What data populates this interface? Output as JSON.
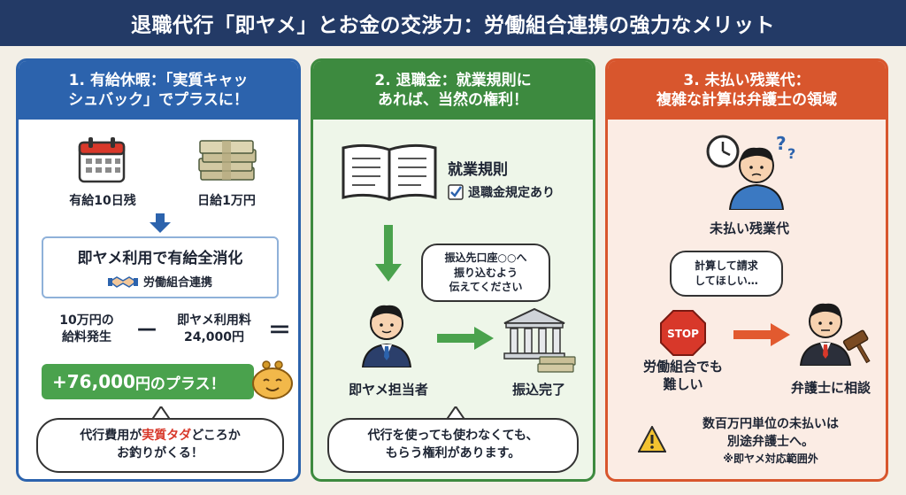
{
  "title": "退職代行「即ヤメ」とお金の交渉力：労働組合連携の強力なメリット",
  "panel1": {
    "title_line1": "1. 有給休暇：「実質キャッ",
    "title_line2": "シュバック」でプラスに！",
    "calendar_label": "有給10日残",
    "money_label": "日給1万円",
    "box_main": "即ヤメ利用で有給全消化",
    "box_sub": "労働組合連携",
    "calc_left_line1": "10万円の",
    "calc_left_line2": "給料発生",
    "minus": "－",
    "calc_right_line1": "即ヤメ利用料",
    "calc_right_line2": "24,000円",
    "equals": "＝",
    "result_amount": "+76,000",
    "result_suffix": "円のプラス！",
    "bubble_line1_a": "代行費用が",
    "bubble_line1_b": "実質タダ",
    "bubble_line1_c": "どころか",
    "bubble_line2": "お釣りがくる！"
  },
  "panel2": {
    "title_line1": "2. 退職金：就業規則に",
    "title_line2": "あれば、当然の権利！",
    "rules_label": "就業規則",
    "check_label": "退職金規定あり",
    "speech_line1": "振込先口座○○へ",
    "speech_line2": "振り込むよう",
    "speech_line3": "伝えてください",
    "person_label": "即ヤメ担当者",
    "bank_label": "振込完了",
    "bubble_line1": "代行を使っても使わなくても、",
    "bubble_line2": "もらう権利があります。"
  },
  "panel3": {
    "title_line1": "3. 未払い残業代：",
    "title_line2": "複雑な計算は弁護士の領域",
    "worried_label": "未払い残業代",
    "speech_line1": "計算して請求",
    "speech_line2": "してほしい…",
    "stop_text": "STOP",
    "stop_label_line1": "労働組合でも",
    "stop_label_line2": "難しい",
    "lawyer_label": "弁護士に相談",
    "warning_line1": "数百万円単位の未払いは",
    "warning_line2": "別途弁護士へ。",
    "warning_note": "※即ヤメ対応範囲外"
  },
  "colors": {
    "header": "#233a66",
    "blue": "#2c63ad",
    "green": "#3d8a3f",
    "orange": "#d8562d",
    "accent_red": "#d8382a"
  }
}
